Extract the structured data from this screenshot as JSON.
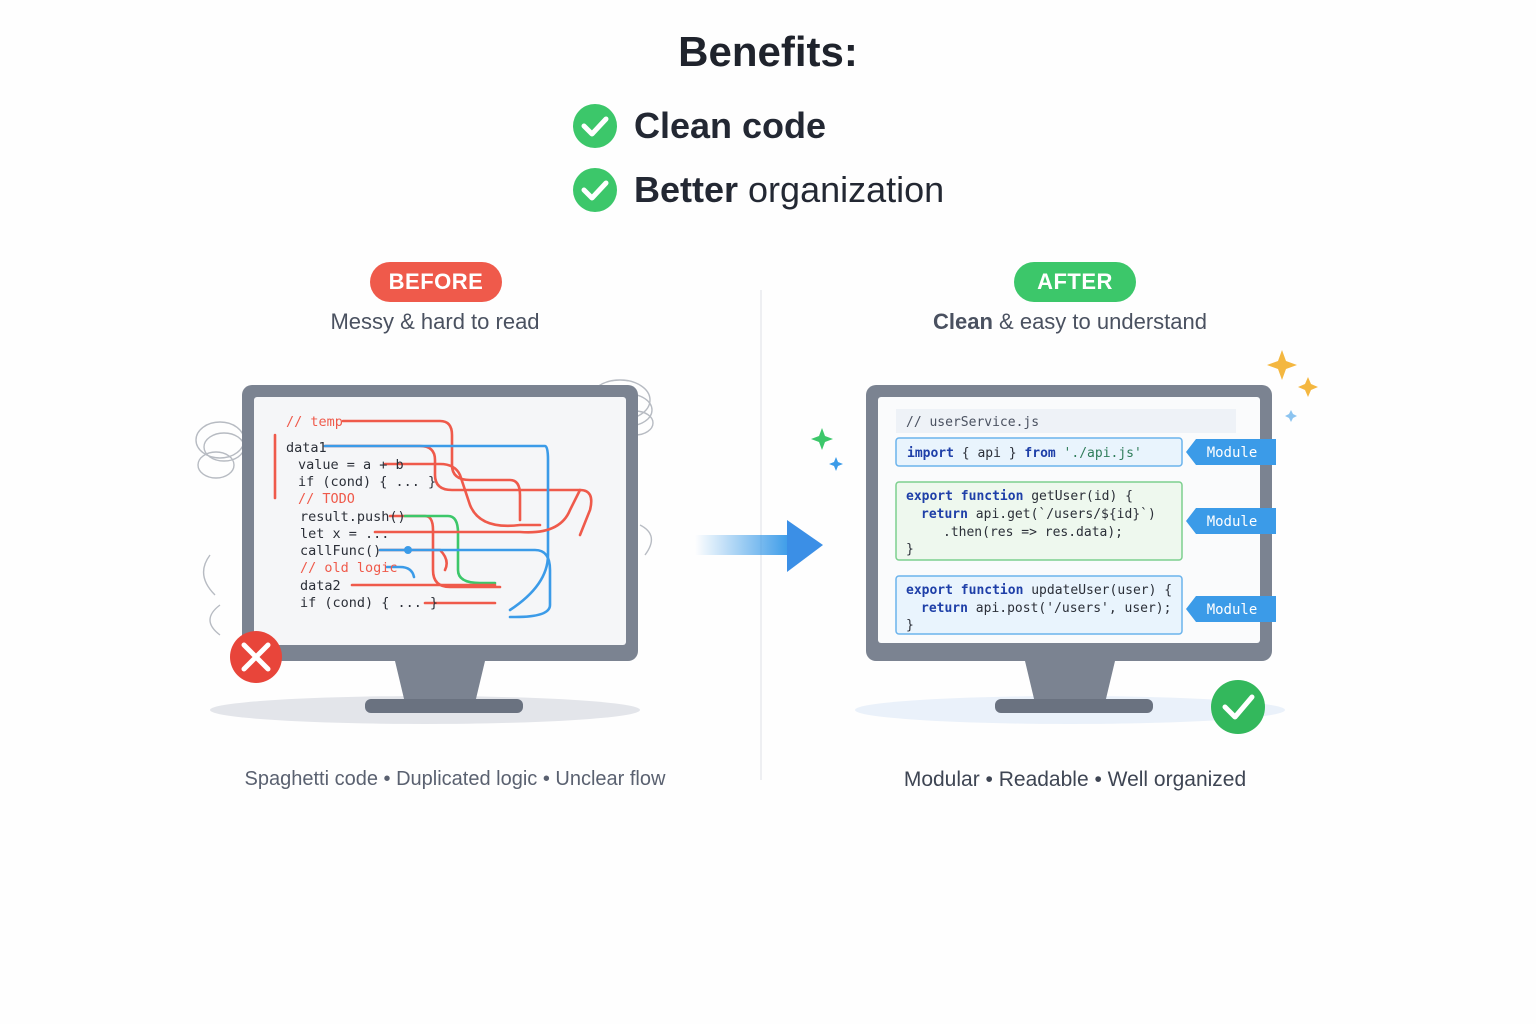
{
  "title": "Benefits:",
  "benefits": [
    {
      "bold": "Clean code",
      "rest": ""
    },
    {
      "bold": "Better",
      "rest": " organization"
    }
  ],
  "before": {
    "badge": "BEFORE",
    "subtitle": "Messy & hard to read",
    "code_lines": [
      "// temp",
      "data1",
      "value = a + b",
      "if (cond) { ... }",
      "// TODO",
      "result.push()",
      "let x = ...",
      "callFunc()",
      "// old logic",
      "data2",
      "if (cond) { ... }"
    ],
    "footer": "Spaghetti code • Duplicated logic • Unclear flow"
  },
  "after": {
    "badge": "AFTER",
    "subtitle_bold": "Clean",
    "subtitle_rest": " & easy to understand",
    "file_comment": "// userService.js",
    "import_line": {
      "kw1": "import",
      "mid": " { api } ",
      "kw2": "from",
      "str": " './api.js'"
    },
    "fn1": {
      "l1_kw": "export function",
      "l1_rest": " getUser(id) {",
      "l2_kw": "return",
      "l2_rest": " api.get(`/users/${id}`)",
      "l3": ".then(res => res.data);",
      "l4": "}"
    },
    "fn2": {
      "l1_kw": "export function",
      "l1_rest": " updateUser(user) {",
      "l2_kw": "return",
      "l2_rest": " api.post('/users', user);",
      "l3": "}"
    },
    "module_label": "Module",
    "footer": "Modular • Readable • Well organized"
  },
  "colors": {
    "red": "#ef5a4b",
    "green": "#3cc76a",
    "blue": "#3b9be8",
    "keyword": "#1e3fa8"
  },
  "icons": [
    "check-circle-icon",
    "x-circle-icon",
    "arrow-right-icon",
    "sparkle-icon",
    "monitor-icon"
  ]
}
